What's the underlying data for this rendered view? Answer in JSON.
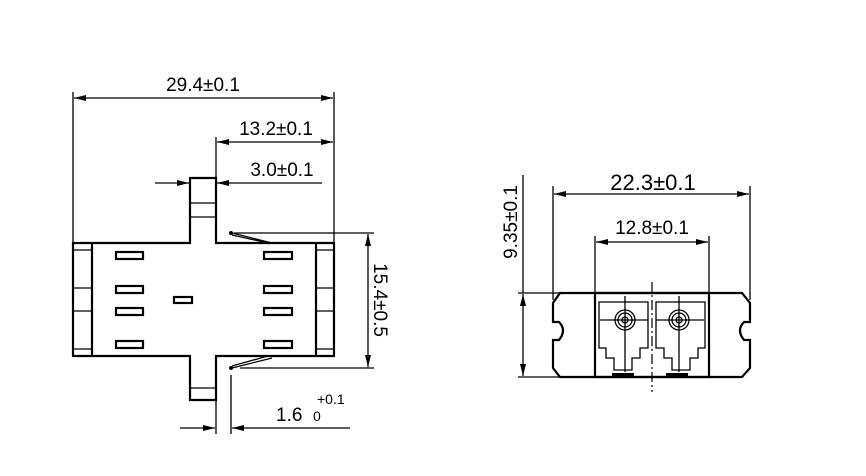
{
  "side_view": {
    "overall_width": "29.4±0.1",
    "tab_offset": "13.2±0.1",
    "tab_width": "3.0±0.1",
    "height": "15.4±0.5",
    "clip_thickness_nominal": "1.6",
    "clip_thickness_upper_tol": "+0.1",
    "clip_thickness_lower_tol": "0"
  },
  "front_view": {
    "overall_width": "22.3±0.1",
    "port_pitch": "12.8±0.1",
    "height": "9.35±0.1"
  }
}
